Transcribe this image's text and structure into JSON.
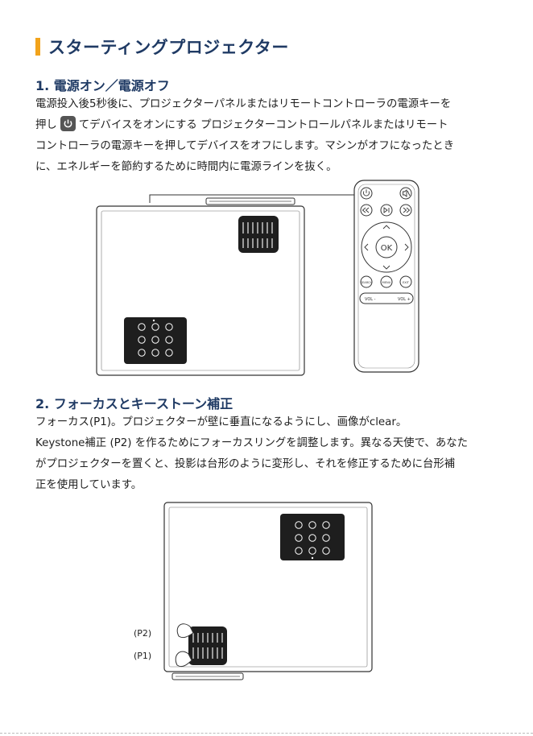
{
  "title": "スターティングプロジェクター",
  "section1": {
    "heading": "1. 電源オン／電源オフ",
    "line1": "電源投入後5秒後に、プロジェクターパネルまたはリモートコントローラの電源キーを",
    "line2_pre": "押し",
    "line2_post": "てデバイスをオンにする プロジェクターコントロールパネルまたはリモート",
    "line3": "コントローラの電源キーを押してデバイスをオフにします。マシンがオフになったとき",
    "line4": "に、エネルギーを節約するために時間内に電源ラインを抜く。"
  },
  "remote": {
    "search": "SEARCH",
    "menu": "MENU",
    "exit": "EXIT",
    "ok": "OK",
    "vol_minus": "VOL -",
    "vol_plus": "VOL +"
  },
  "section2": {
    "heading": "2. フォーカスとキーストーン補正",
    "line1": "フォーカス(P1)。プロジェクターが壁に垂直になるようにし、画像がclear。",
    "line2": "Keystone補正 (P2) を作るためにフォーカスリングを調整します。異なる天使で、あなた",
    "line3": "がプロジェクターを置くと、投影は台形のように変形し、それを修正するために台形補",
    "line4": "正を使用しています。"
  },
  "labels": {
    "p2": "(P2)",
    "p1": "(P1)"
  },
  "colors": {
    "accent": "#f2a31b",
    "heading": "#1f3a64"
  }
}
